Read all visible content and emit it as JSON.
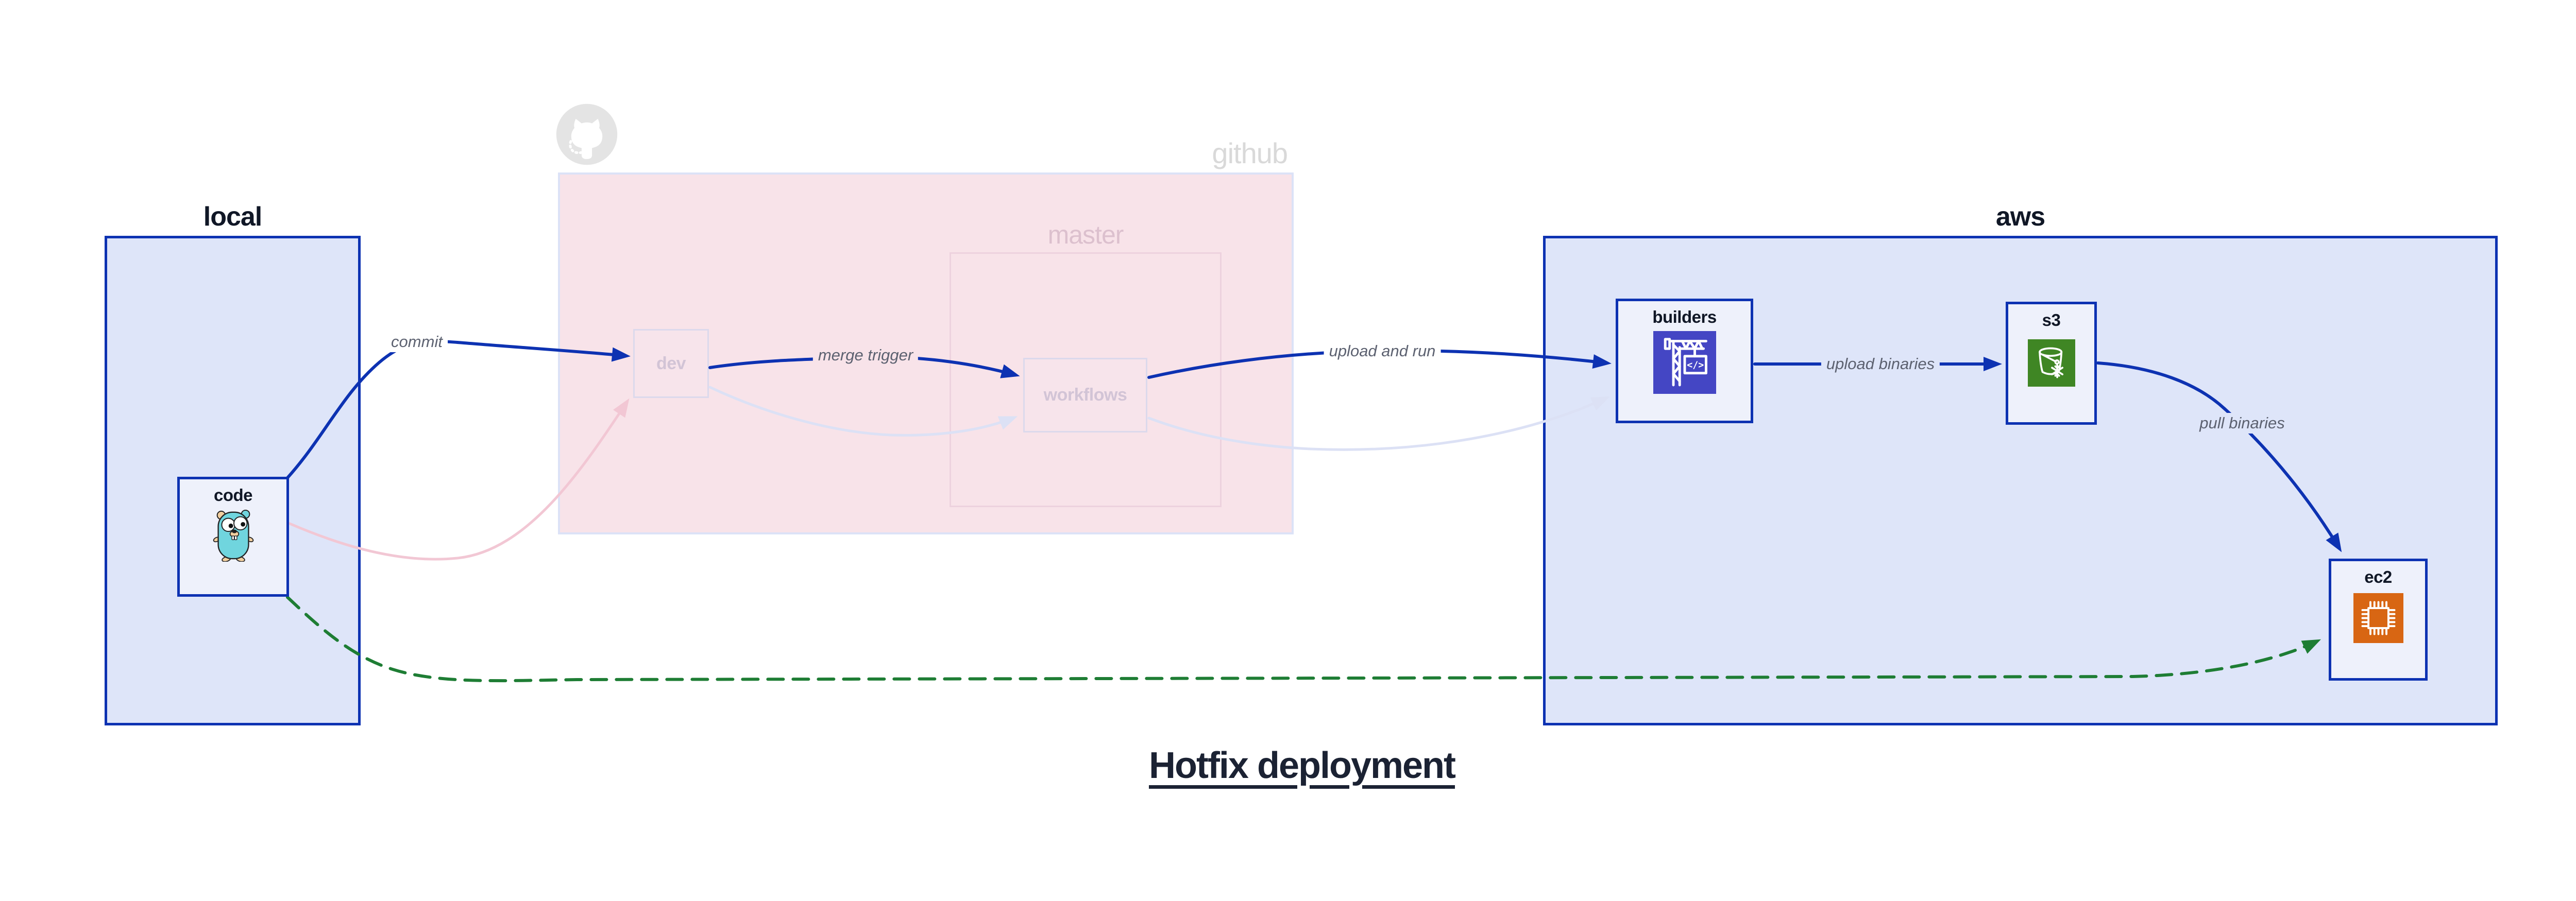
{
  "title": {
    "text": "Hotfix deployment"
  },
  "containers": {
    "local": {
      "label": "local"
    },
    "github": {
      "label": "github"
    },
    "master": {
      "label": "master"
    },
    "aws": {
      "label": "aws"
    }
  },
  "nodes": {
    "code": {
      "label": "code",
      "icon": "gopher-icon"
    },
    "dev": {
      "label": "dev"
    },
    "workflows": {
      "label": "workflows"
    },
    "builders": {
      "label": "builders",
      "icon": "codebuild-crane-icon"
    },
    "s3": {
      "label": "s3",
      "icon": "s3-bucket-icon"
    },
    "ec2": {
      "label": "ec2",
      "icon": "ec2-chip-icon"
    }
  },
  "edges": {
    "commit": {
      "from": "code",
      "to": "dev",
      "label": "commit",
      "style": "solid-blue"
    },
    "code_dev_faded": {
      "from": "code",
      "to": "dev",
      "label": "",
      "style": "faded-pink"
    },
    "merge_trigger": {
      "from": "dev",
      "to": "workflows",
      "label": "merge trigger",
      "style": "solid-blue"
    },
    "dev_wf_faded": {
      "from": "dev",
      "to": "workflows",
      "label": "",
      "style": "faded-lavender"
    },
    "upload_and_run": {
      "from": "workflows",
      "to": "builders",
      "label": "upload and run",
      "style": "solid-blue"
    },
    "wf_build_faded": {
      "from": "workflows",
      "to": "builders",
      "label": "",
      "style": "faded-lavender"
    },
    "upload_binaries": {
      "from": "builders",
      "to": "s3",
      "label": "upload binaries",
      "style": "solid-blue"
    },
    "pull_binaries": {
      "from": "s3",
      "to": "ec2",
      "label": "pull binaries",
      "style": "solid-blue"
    },
    "hotfix_path": {
      "from": "code",
      "to": "ec2",
      "label": "",
      "style": "dashed-green"
    }
  },
  "icons": [
    "octocat-icon",
    "gopher-icon",
    "codebuild-crane-icon",
    "s3-bucket-icon",
    "ec2-chip-icon"
  ],
  "theme": {
    "colors": {
      "blue": "#0d32b2",
      "panel-fill": "#dee5f9",
      "node-fill": "#eef1fb",
      "pink-fill": "#f8e3e9",
      "pink-node-fill": "#f7e4eb",
      "github-border": "#dce2f7",
      "faded-node-border": "#dcd9ec",
      "master-border": "#edd2de",
      "faded-label": "#d2c4d6",
      "master-label": "#dcc0ce",
      "github-label": "#d9d9d9",
      "octocat-gray": "#e4e4e4",
      "edge-label": "#5c6170",
      "dark-text": "#101726",
      "faded-pink-edge": "#f2c7d4",
      "faded-lavender-edge": "#dce1f5",
      "green": "#1e7d34",
      "codebuild-bg": "#4446c4",
      "s3-bg": "#3f8624",
      "ec2-bg": "#d86613",
      "gopher-body": "#70d5de",
      "gopher-skin": "#f2cf9f",
      "title-color": "#1b2233"
    }
  }
}
